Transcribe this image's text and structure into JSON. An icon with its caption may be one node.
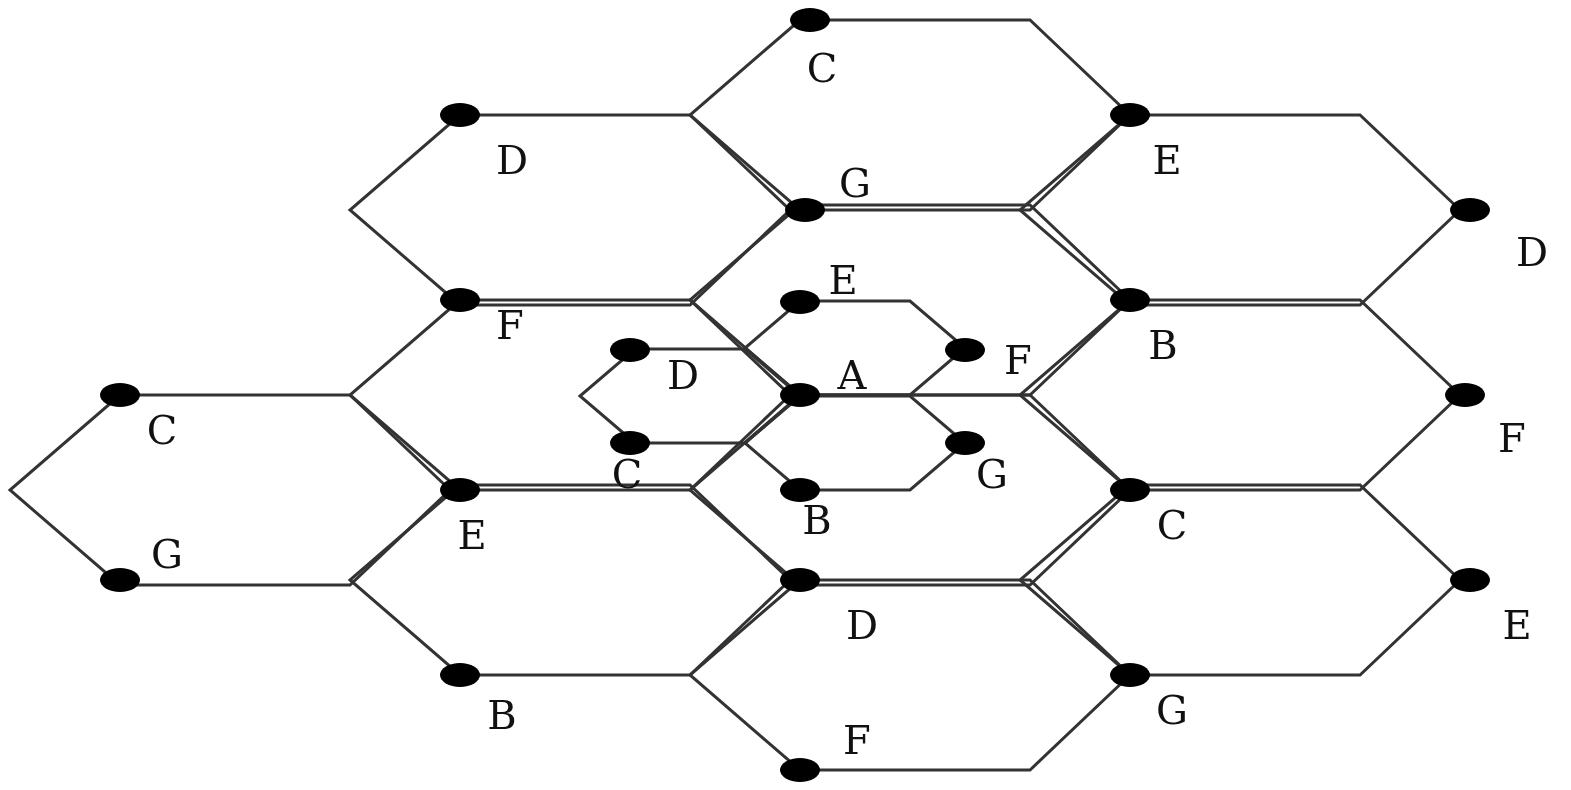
{
  "diagram": {
    "labels": [
      "C",
      "D",
      "G",
      "E",
      "D",
      "E",
      "F",
      "D",
      "A",
      "F",
      "B",
      "C",
      "F",
      "C",
      "G",
      "E",
      "B",
      "C",
      "G",
      "D",
      "E",
      "F",
      "B",
      "G"
    ]
  }
}
